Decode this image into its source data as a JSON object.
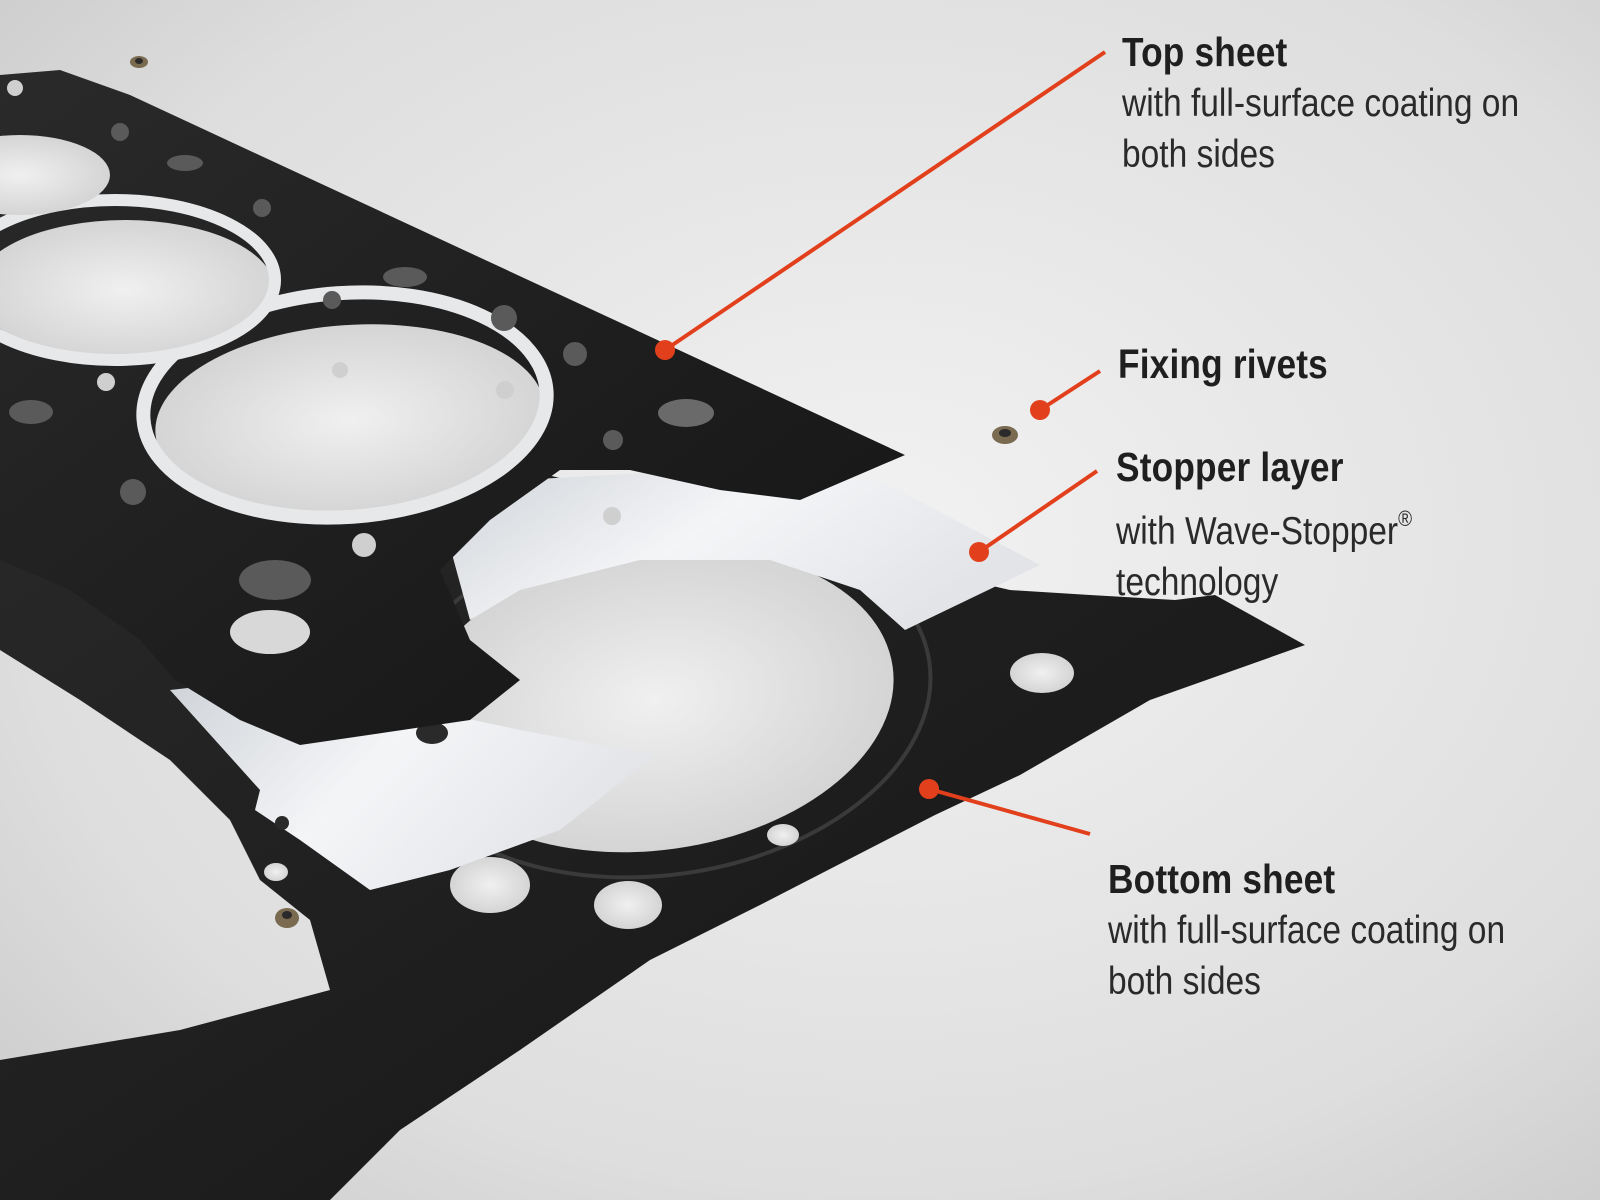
{
  "callouts": {
    "top_sheet": {
      "title": "Top sheet",
      "description": "with full-surface coating on\nboth sides"
    },
    "fixing_rivets": {
      "title": "Fixing rivets"
    },
    "stopper_layer": {
      "title": "Stopper layer",
      "description_line1": "with Wave-Stopper",
      "registered_mark": "®",
      "description_line2": "technology"
    },
    "bottom_sheet": {
      "title": "Bottom sheet",
      "description": "with full-surface coating on\nboth sides"
    }
  },
  "colors": {
    "leader_line": "#e2401c",
    "gasket_sheet": "#1e1e1e",
    "stopper_layer": "#e9ebee",
    "background": "#dcdcdc"
  }
}
